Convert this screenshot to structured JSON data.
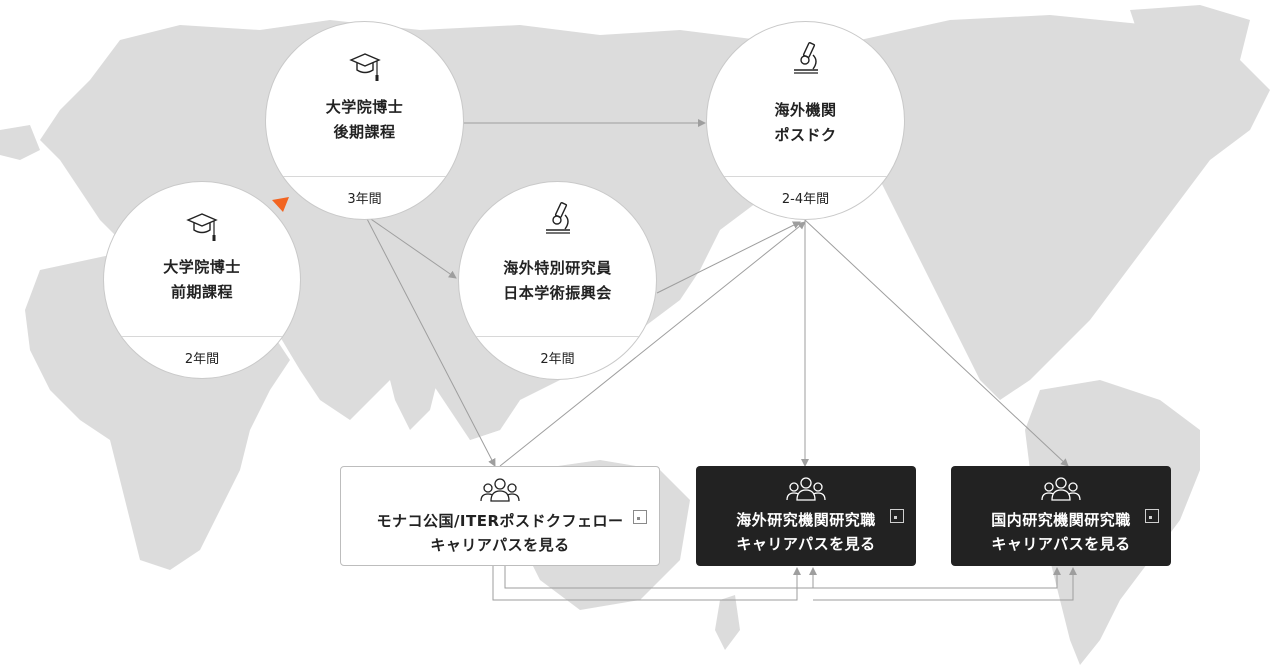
{
  "colors": {
    "map": "#dcdcdc",
    "line": "#9e9e9e",
    "accent": "#f26522",
    "dark_card": "#222222"
  },
  "nodes": [
    {
      "id": "master",
      "icon": "graduation-cap-icon",
      "title_lines": [
        "大学院博士",
        "前期課程"
      ],
      "duration": "2年間"
    },
    {
      "id": "doctor",
      "icon": "graduation-cap-icon",
      "title_lines": [
        "大学院博士",
        "後期課程"
      ],
      "duration": "3年間"
    },
    {
      "id": "jsps",
      "icon": "microscope-icon",
      "title_lines": [
        "海外特別研究員",
        "日本学術振興会"
      ],
      "duration": "2年間"
    },
    {
      "id": "postdoc",
      "icon": "microscope-icon",
      "title_lines": [
        "海外機関",
        "ポスドク"
      ],
      "duration": "2-4年間"
    }
  ],
  "cards": [
    {
      "id": "iter",
      "icon": "group-icon",
      "label_lines": [
        "モナコ公国/ITERポスドクフェロー",
        "キャリアパスを見る"
      ],
      "style": "light"
    },
    {
      "id": "overseas",
      "icon": "group-icon",
      "label_lines": [
        "海外研究機関研究職",
        "キャリアパスを見る"
      ],
      "style": "dark"
    },
    {
      "id": "domestic",
      "icon": "group-icon",
      "label_lines": [
        "国内研究機関研究職",
        "キャリアパスを見る"
      ],
      "style": "dark"
    }
  ]
}
